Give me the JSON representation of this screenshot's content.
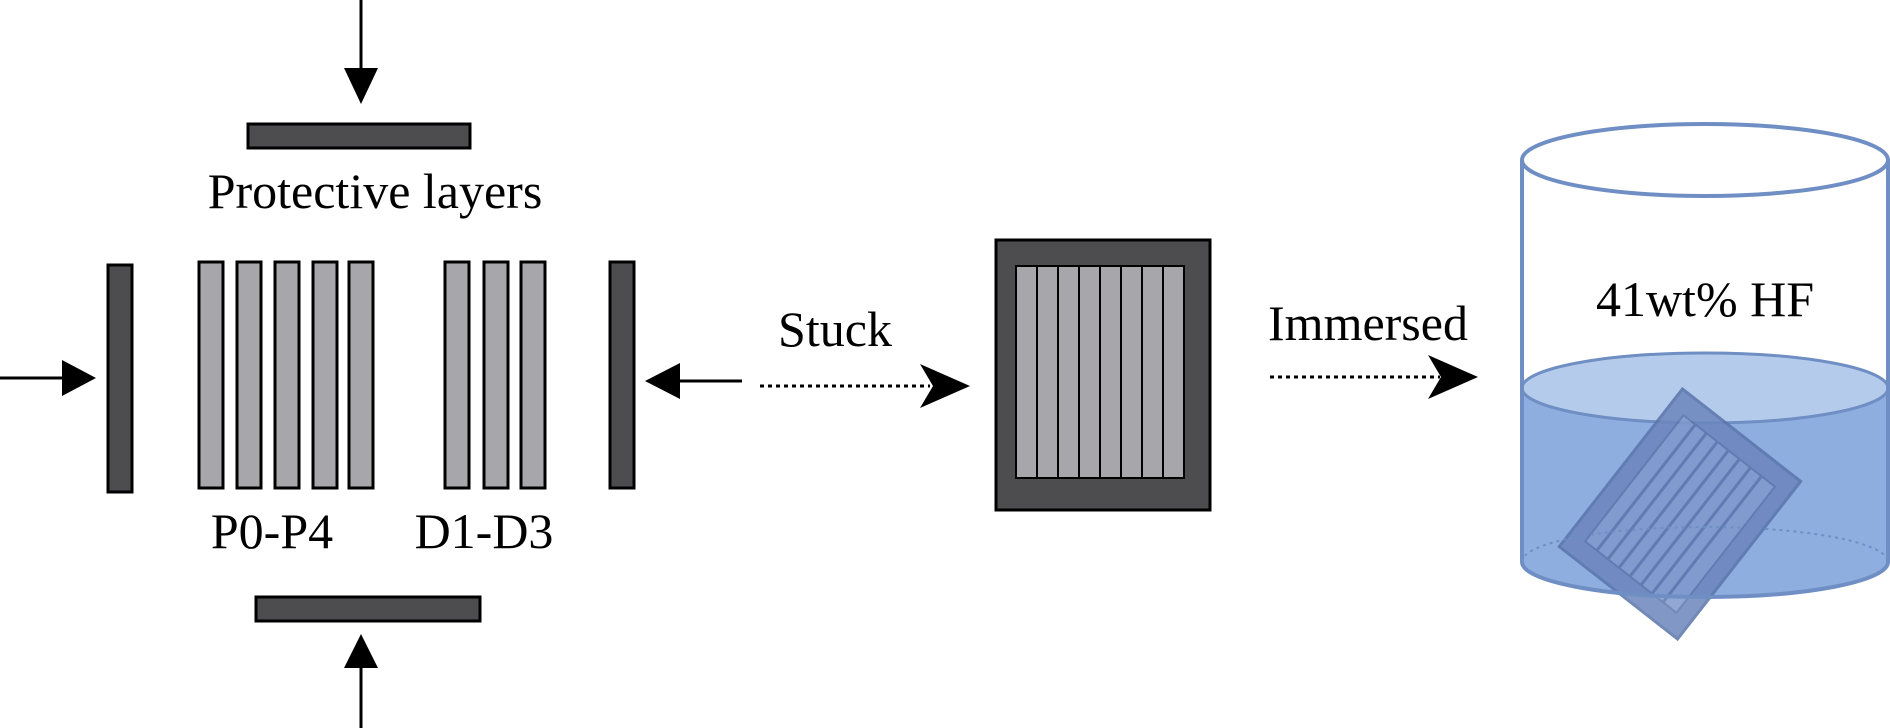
{
  "labels": {
    "protective": "Protective layers",
    "plates_p": "P0-P4",
    "plates_d": "D1-D3",
    "stuck": "Stuck",
    "immersed": "Immersed",
    "solution": "41wt% HF"
  },
  "colors": {
    "dark_layer": "#4d4d4f",
    "light_plate": "#a7a7ab",
    "outline": "#000000",
    "beaker_outline": "#6f8ec4",
    "liquid": "#8eaee0",
    "liquid_top": "#b5cbec",
    "submerged_block": "#6c86bd"
  }
}
